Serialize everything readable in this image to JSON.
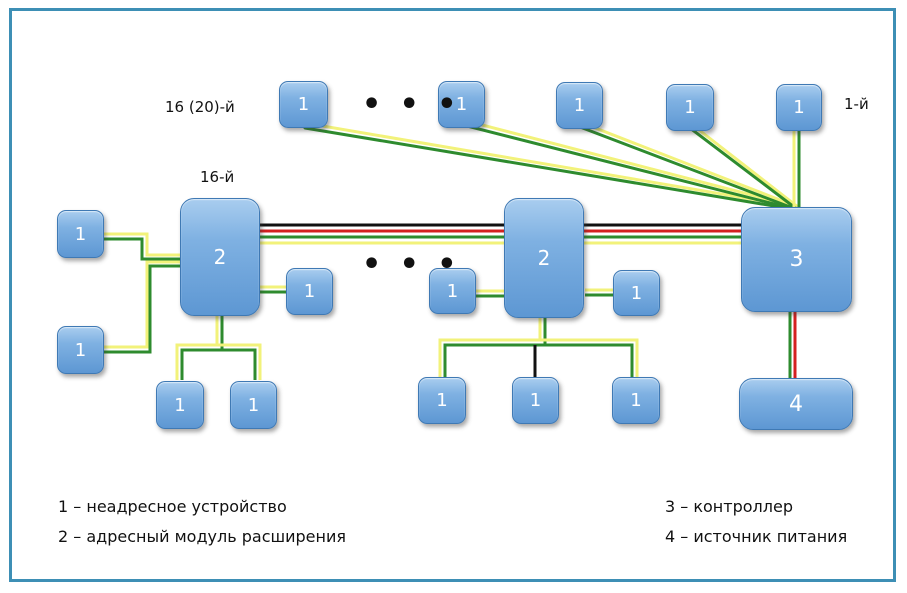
{
  "device_label": "1",
  "module_label": "2",
  "controller_label": "3",
  "power_label": "4",
  "label_16_20": "16 (20)-й",
  "label_1st": "1-й",
  "label_16th": "16-й",
  "ellipsis": "• • •",
  "legend": {
    "item1": "1 – неадресное устройство",
    "item2": "2 – адресный модуль расширения",
    "item3": "3 – контроллер",
    "item4": "4 – источник питания"
  },
  "colors": {
    "frame": "#3d8fb5",
    "box": "#6ea6dd",
    "wire_green": "#2e8b2e",
    "wire_yellow": "#f2f27a",
    "wire_red": "#d42020",
    "wire_black": "#111111"
  }
}
